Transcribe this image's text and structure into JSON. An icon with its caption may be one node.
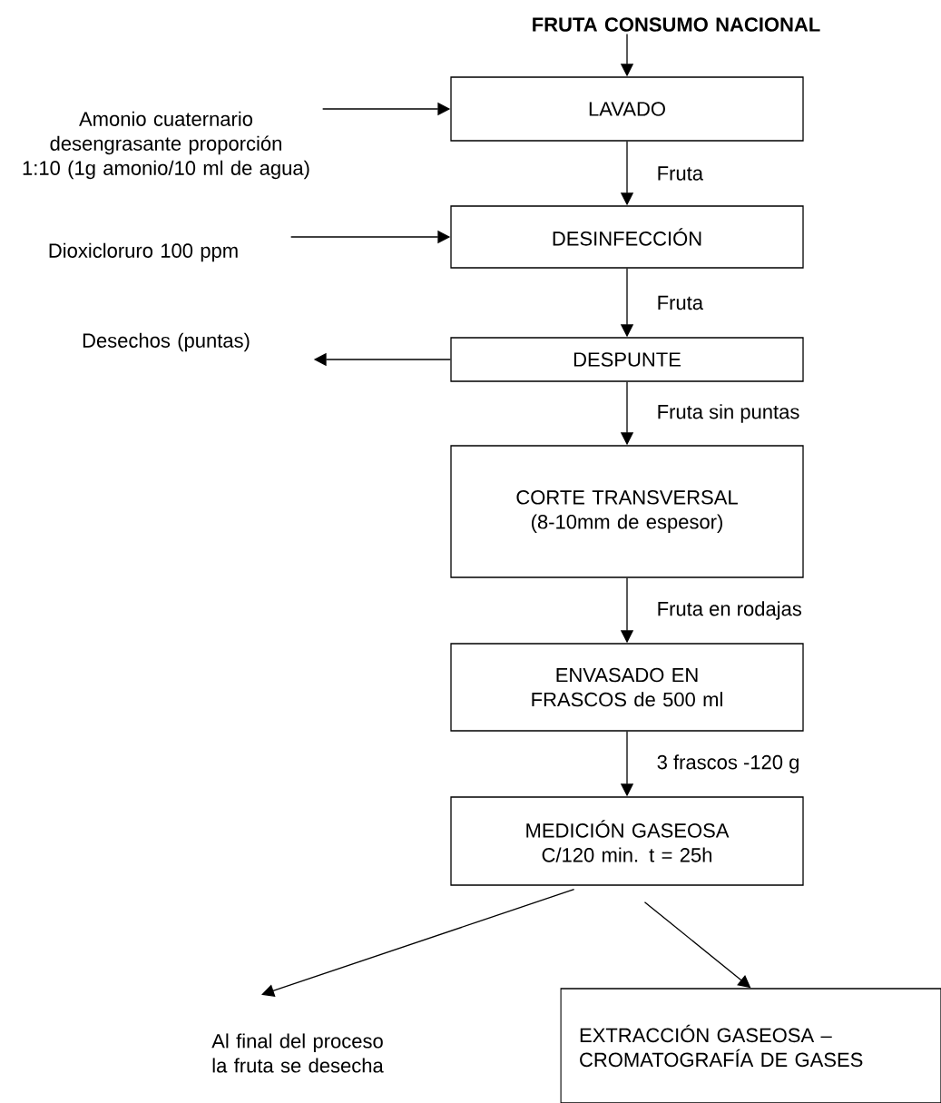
{
  "diagram": {
    "nodes": [
      {
        "text": [
          "FRUTA CONSUMO NACIONAL"
        ]
      },
      {
        "text": [
          "LAVADO"
        ]
      },
      {
        "text": [
          "Amonio cuaternario desengrasante proporción 1:10 (1g amonio/10 ml de agua)"
        ]
      },
      {
        "text": [
          "DESINFECCIÓN"
        ]
      },
      {
        "text": [
          "Dioxicloruro 100 ppm"
        ]
      },
      {
        "text": [
          "DESPUNTE"
        ]
      },
      {
        "text": [
          "Desechos (puntas)"
        ]
      },
      {
        "text": [
          "CORTE TRANSVERSAL (8-10mm de espesor)"
        ]
      },
      {
        "text": [
          "ENVASADO EN FRASCOS de 500 ml"
        ]
      },
      {
        "text": [
          "MEDICIÓN GASEOSA C/120 min. t = 25h"
        ]
      },
      {
        "text": [
          "Al final del proceso la fruta se desecha"
        ]
      },
      {
        "text": [
          "EXTRACCIÓN GASEOSA – CROMATOGRAFÍA DE GASES"
        ]
      }
    ],
    "edges": [
      {
        "from": 0,
        "to": 1,
        "arrow": "to"
      },
      {
        "from": 2,
        "to": 1,
        "arrow": "to"
      },
      {
        "from": 1,
        "to": 3,
        "arrow": "to",
        "label": "Fruta"
      },
      {
        "from": 4,
        "to": 3,
        "arrow": "to"
      },
      {
        "from": 3,
        "to": 5,
        "arrow": "to",
        "label": "Fruta"
      },
      {
        "from": 5,
        "to": 6,
        "arrow": "to"
      },
      {
        "from": 5,
        "to": 7,
        "arrow": "to",
        "label": "Fruta sin puntas"
      },
      {
        "from": 7,
        "to": 8,
        "arrow": "to",
        "label": "Fruta en rodajas"
      },
      {
        "from": 8,
        "to": 9,
        "arrow": "to",
        "label": "3 frascos -120 g"
      },
      {
        "from": 9,
        "to": 10,
        "arrow": "to"
      },
      {
        "from": 9,
        "to": 11,
        "arrow": "to"
      }
    ]
  }
}
